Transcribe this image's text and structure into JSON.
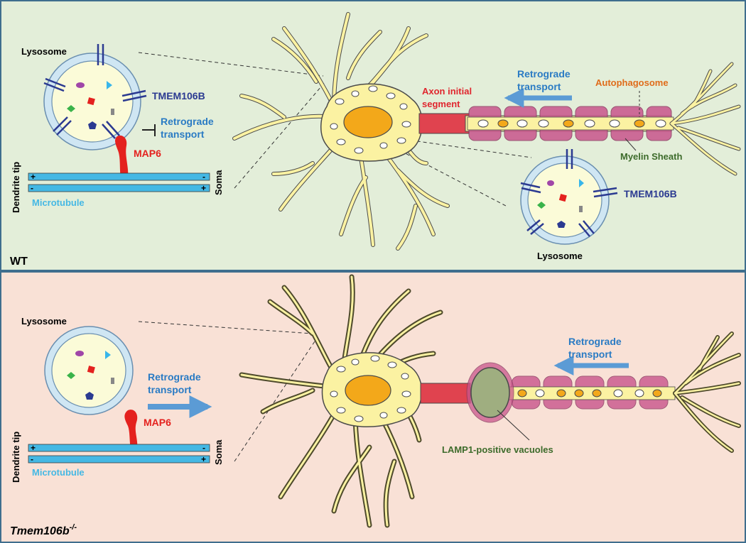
{
  "colors": {
    "wt_bg": "#e3eed9",
    "ko_bg": "#f9e1d6",
    "panel_border": "#3f6e8e",
    "blue_text": "#2a7bc4",
    "red_text": "#e0262e",
    "orange_text": "#e06c1a",
    "navy_text": "#2b3a91",
    "green_text": "#3d6b2b",
    "microtubule": "#45b8e4",
    "soma_fill": "#fbf2a2",
    "nucleus": "#f3a81a",
    "ais": "#e0434f",
    "myelin": "#c9558c",
    "map6": "#e4211e"
  },
  "wt": {
    "panel_label": "WT",
    "lysosome_label": "Lysosome",
    "tmem_label_left": "TMEM106B",
    "retro_left_line1": "Retrograde",
    "retro_left_line2": "transport",
    "map6_label": "MAP6",
    "dendrite_tip_label": "Dendrite tip",
    "soma_label": "Soma",
    "microtubule_label": "Microtubule",
    "plus_sign": "+",
    "minus_sign": "-",
    "ais_line1": "Axon initial",
    "ais_line2": "segment",
    "retro_axon_line1": "Retrograde",
    "retro_axon_line2": "transport",
    "autophagosome_label": "Autophagosome",
    "myelin_label": "Myelin Sheath",
    "tmem_label_right": "TMEM106B",
    "lysosome_label_right": "Lysosome"
  },
  "ko": {
    "panel_label_main": "Tmem106b",
    "panel_label_sup": "-/-",
    "lysosome_label": "Lysosome",
    "retro_left_line1": "Retrograde",
    "retro_left_line2": "transport",
    "map6_label": "MAP6",
    "dendrite_tip_label": "Dendrite tip",
    "soma_label": "Soma",
    "microtubule_label": "Microtubule",
    "plus_sign": "+",
    "minus_sign": "-",
    "retro_axon_line1": "Retrograde",
    "retro_axon_line2": "transport",
    "lamp1_label": "LAMP1-positive vacuoles"
  }
}
